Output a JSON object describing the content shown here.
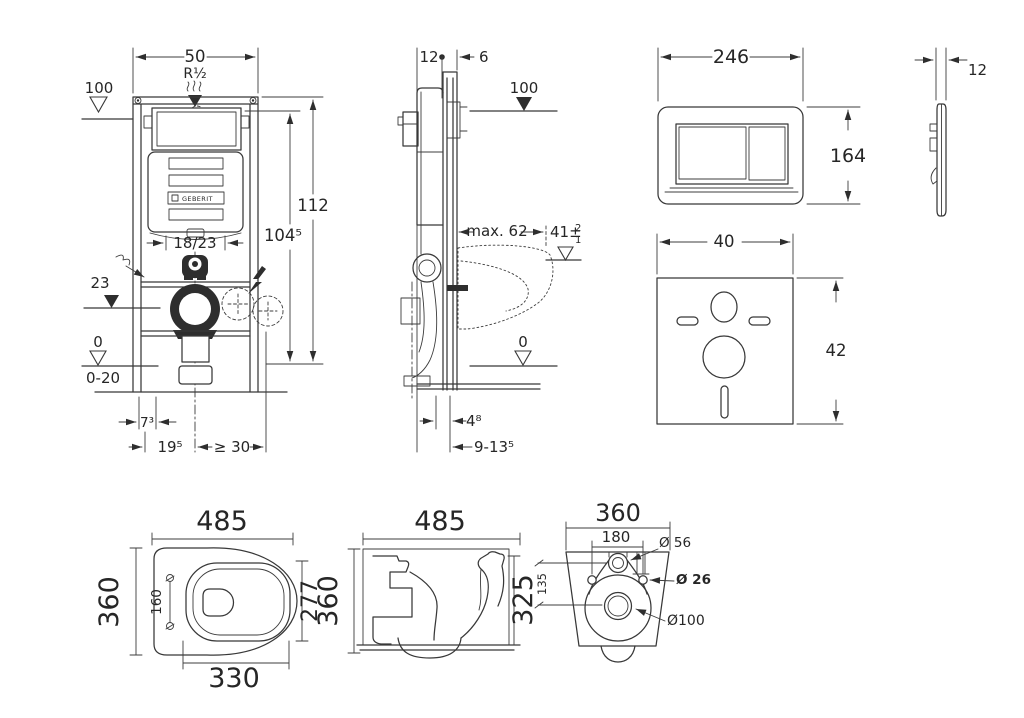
{
  "views": {
    "frame_front": {
      "width": "50",
      "thread": "R½",
      "supply_level": "100",
      "height": "112",
      "tank_top_height": "104⁵",
      "bend_width": "18/23",
      "bend_depth": "23",
      "floor_level": "0",
      "foot_range": "0-20",
      "foot_depth": "7³",
      "outlet_offset": "19⁵",
      "outlet_clearance": "≥ 30",
      "brand": "GEBERIT"
    },
    "frame_side": {
      "rail_offset": "12",
      "duct_depth": "6",
      "supply_level": "100",
      "max_installation_depth": "max. 62",
      "seat_height": "41±",
      "seat_height_plus": "2",
      "seat_height_minus": "1",
      "floor_level": "0",
      "finished_wall": "4⁸",
      "outlet_height": "9-13⁵"
    },
    "flush_plate": {
      "width": "246",
      "height": "164",
      "depth": "12"
    },
    "sound_mat": {
      "width": "40",
      "height": "42"
    },
    "pan_top": {
      "length": "485",
      "width": "360",
      "hole_spacing": "160",
      "seat_width": "277",
      "rim_length": "330"
    },
    "pan_side": {
      "length": "485",
      "height": "360",
      "body_height": "325"
    },
    "pan_rear": {
      "width": "360",
      "hole_spacing": "180",
      "inlet_dia": "Ø 56",
      "fixing_dia": "Ø 26",
      "outlet_dia": "Ø100",
      "inlet_outlet_offset": "135"
    }
  }
}
